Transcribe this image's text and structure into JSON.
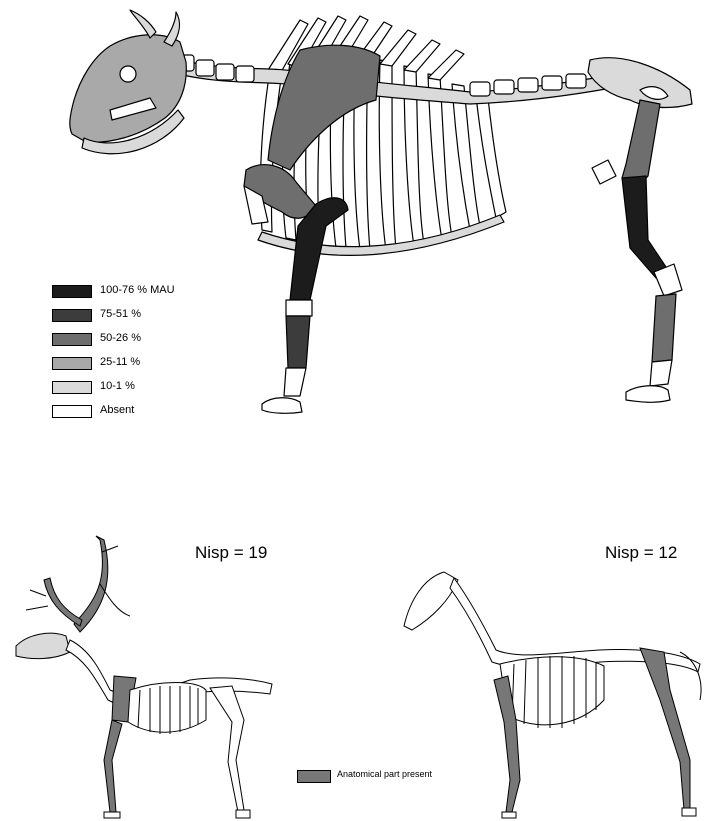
{
  "bison": {
    "legend": [
      {
        "label": "100-76 % MAU",
        "color": "#1c1c1c"
      },
      {
        "label": "75-51 %",
        "color": "#3c3c3c"
      },
      {
        "label": "50-26 %",
        "color": "#6e6e6e"
      },
      {
        "label": "25-11 %",
        "color": "#a9a9a9"
      },
      {
        "label": "10-1 %",
        "color": "#dadada"
      },
      {
        "label": "Absent",
        "color": "#ffffff"
      }
    ]
  },
  "reindeer": {
    "nisp_label": "Nisp = 19"
  },
  "horse": {
    "nisp_label": "Nisp = 12"
  },
  "present_legend": {
    "label": "Anatomical part present",
    "color": "#777777"
  }
}
